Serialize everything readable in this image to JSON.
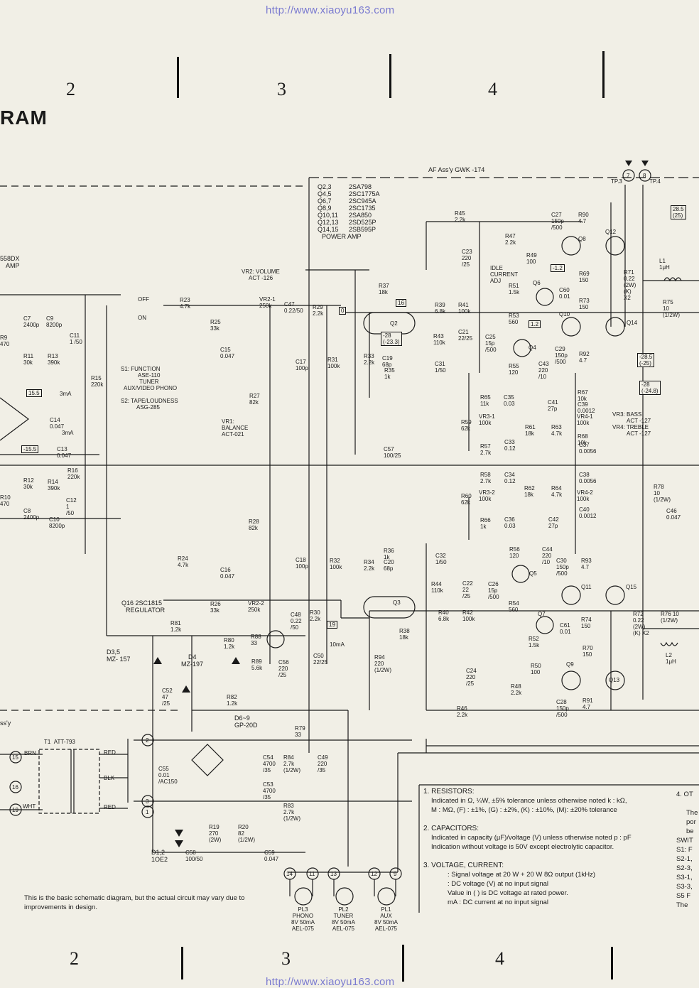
{
  "watermark": {
    "top_url": "http://www.xiaoyu163.com",
    "bottom_url": "http://www.xiaoyu163.com"
  },
  "zones": {
    "top": [
      "2",
      "3",
      "4"
    ],
    "bottom": [
      "2",
      "3",
      "4"
    ]
  },
  "title_fragment": "RAM",
  "left_labels": {
    "ic": "558DX",
    "amp": "AMP",
    "power_assy": "ss'y"
  },
  "af_assy": "AF Ass'y   GWK -174",
  "test_points": {
    "tp3": "TP.3",
    "tp4": "TP.4",
    "n7": "7",
    "n8": "8"
  },
  "transistor_list": [
    {
      "ref": "Q2,3",
      "part": "2SA798"
    },
    {
      "ref": "Q4,5",
      "part": "2SC1775A"
    },
    {
      "ref": "Q6,7",
      "part": "2SC945A"
    },
    {
      "ref": "Q8,9",
      "part": "2SC1735"
    },
    {
      "ref": "Q10,11",
      "part": "2SA850"
    },
    {
      "ref": "Q12,13",
      "part": "2SD525P"
    },
    {
      "ref": "Q14,15",
      "part": "2SB595P"
    }
  ],
  "power_amp_label": "POWER  AMP",
  "controls": {
    "vr2": "VR2: VOLUME",
    "vr2_part": "ACT -126",
    "vr1": "VR1:",
    "vr1_name": "BALANCE",
    "vr1_part": "ACT-021",
    "vr3": "VR3: BASS",
    "vr3_part": "ACT -127",
    "vr4": "VR4: TREBLE",
    "vr4_part": "ACT -127"
  },
  "switches": {
    "s1": "S1: FUNCTION",
    "s1_part": "ASE-110",
    "tuner": "TUNER",
    "aux_phono": "AUX/VIDEO  PHONO",
    "s2": "S2: TAPE/LOUDNESS",
    "s2_part": "ASG-285",
    "off": "OFF",
    "on": "ON"
  },
  "regulator": {
    "q16": "Q16  2SC1815",
    "label": "REGULATOR"
  },
  "diodes": {
    "d35": "D3,5",
    "d35_part": "MZ- 157",
    "d4": "D4",
    "d4_part": "MZ-197",
    "d69": "D6~9",
    "d69_part": "GP-20D",
    "d12": "D1,2",
    "d12_part": "1OE2"
  },
  "transformer": {
    "ref": "T1",
    "part": "ATT-793",
    "brn": "BRN",
    "blk": "BLK",
    "wht": "WHT",
    "red": "RED"
  },
  "connectors": [
    "15",
    "16",
    "19",
    "2",
    "3",
    "1",
    "14",
    "11",
    "13",
    "12",
    "9"
  ],
  "lamps": [
    {
      "ref": "PL3",
      "name": "PHONO",
      "rating": "8V 50mA",
      "part": "AEL-075"
    },
    {
      "ref": "PL2",
      "name": "TUNER",
      "rating": "8V 50mA",
      "part": "AEL-075"
    },
    {
      "ref": "PL1",
      "name": "AUX",
      "rating": "8V 50mA",
      "part": "AEL-075"
    }
  ],
  "disclaimer": "This is the basic schematic diagram, but the actual circuit may vary due to improvements in design.",
  "notes": {
    "resistors_title": "1. RESISTORS:",
    "resistors_l1": "Indicated in Ω, ¼W, ±5% tolerance unless otherwise noted k : kΩ,",
    "resistors_l2": "M : MΩ, (F) : ±1%, (G) : ±2%, (K) : ±10%, (M): ±20% tolerance",
    "capacitors_title": "2. CAPACITORS:",
    "capacitors_l1": "Indicated in capacity (µF)/voltage (V) unless otherwise noted p : pF",
    "capacitors_l2": "Indication without voltage is 50V except electrolytic capacitor.",
    "voltage_title": "3. VOLTAGE, CURRENT:",
    "voltage_l1": ": Signal voltage at    20  W +  20 W 8Ω output (1kHz)",
    "voltage_l2": ": DC voltage (V) at no input signal",
    "voltage_l3": "Value in (     ) is DC voltage at rated power.",
    "voltage_l4": "mA : DC current at no input signal"
  },
  "right_notes": [
    "4. OT",
    "The",
    "por",
    "be",
    "SWIT",
    "S1: F",
    "S2-1,",
    "S2-3,",
    "S3-1,",
    "S3-3,",
    "S5  F",
    "The"
  ],
  "components": [
    {
      "t": "R45\n2.2k"
    },
    {
      "t": "R47\n2.2k"
    },
    {
      "t": "R49\n100"
    },
    {
      "t": "C27\n150p\n/500"
    },
    {
      "t": "R90\n4.7"
    },
    {
      "t": "Q8"
    },
    {
      "t": "Q12"
    },
    {
      "t": "L1\n1μH"
    },
    {
      "t": "R71\n0.22\n(2W)\n(K)\nX2"
    },
    {
      "t": "R75\n10\n(1/2W)"
    },
    {
      "t": "R69\n150"
    },
    {
      "t": "R73\n150"
    },
    {
      "t": "Q14"
    },
    {
      "t": "Q10"
    },
    {
      "t": "R51\n1.5k"
    },
    {
      "t": "Q6"
    },
    {
      "t": "C60\n0.01"
    },
    {
      "t": "R53\n560"
    },
    {
      "t": "C29\n150p\n/500"
    },
    {
      "t": "R92\n4.7"
    },
    {
      "t": "C23\n220\n/25"
    },
    {
      "t": "IDLE\nCURRENT\nADJ"
    },
    {
      "t": "R37\n18k"
    },
    {
      "t": "R39\n6.8k"
    },
    {
      "t": "R41\n100k"
    },
    {
      "t": "Q2"
    },
    {
      "t": "R43\n110k"
    },
    {
      "t": "C21\n22/25"
    },
    {
      "t": "C25\n15p\n/500"
    },
    {
      "t": "Q4"
    },
    {
      "t": "R55\n120"
    },
    {
      "t": "C43\n220\n/10"
    },
    {
      "t": "R33\n2.2k"
    },
    {
      "t": "C19\n68p"
    },
    {
      "t": "R35\n1k"
    },
    {
      "t": "C31\n1/50"
    },
    {
      "t": "R65\n11k"
    },
    {
      "t": "C35\n0.03"
    },
    {
      "t": "C41\n27p"
    },
    {
      "t": "R67\n10k"
    },
    {
      "t": "C39\n0.0012"
    },
    {
      "t": "VR3-1\n100k"
    },
    {
      "t": "R61\n18k"
    },
    {
      "t": "R63\n4.7k"
    },
    {
      "t": "VR4-1\n100k"
    },
    {
      "t": "R59\n62k"
    },
    {
      "t": "R57\n2.7k"
    },
    {
      "t": "C33\n0.12"
    },
    {
      "t": "R68\n10k"
    },
    {
      "t": "C37\n0.0056"
    },
    {
      "t": "C57\n100/25"
    },
    {
      "t": "R58\n2.7k"
    },
    {
      "t": "C34\n0.12"
    },
    {
      "t": "C38\n0.0056"
    },
    {
      "t": "R60\n62k"
    },
    {
      "t": "VR3-2\n100k"
    },
    {
      "t": "R62\n18k"
    },
    {
      "t": "R64\n4.7k"
    },
    {
      "t": "VR4-2\n100k"
    },
    {
      "t": "R66\n1k"
    },
    {
      "t": "C36\n0.03"
    },
    {
      "t": "C42\n27p"
    },
    {
      "t": "C40\n0.0012"
    },
    {
      "t": "R78\n10\n(1/2W)"
    },
    {
      "t": "C46\n0.047"
    },
    {
      "t": "R36\n1k"
    },
    {
      "t": "C20\n68p"
    },
    {
      "t": "R34\n2.2k"
    },
    {
      "t": "C32\n1/50"
    },
    {
      "t": "R56\n120"
    },
    {
      "t": "C44\n220\n/10"
    },
    {
      "t": "C30\n150p\n/500"
    },
    {
      "t": "R93\n4.7"
    },
    {
      "t": "Q5"
    },
    {
      "t": "Q11"
    },
    {
      "t": "Q15"
    },
    {
      "t": "R44\n110k"
    },
    {
      "t": "C22\n22\n/25"
    },
    {
      "t": "C26\n15p\n/500"
    },
    {
      "t": "R54\n560"
    },
    {
      "t": "Q3"
    },
    {
      "t": "R40\n6.8k"
    },
    {
      "t": "R42\n100k"
    },
    {
      "t": "R72\n0.22\n(2W)\n(K) X2"
    },
    {
      "t": "R76 10\n(1/2W)"
    },
    {
      "t": "R74\n150"
    },
    {
      "t": "Q7"
    },
    {
      "t": "C61\n0.01"
    },
    {
      "t": "R38\n18k"
    },
    {
      "t": "R52\n1.5k"
    },
    {
      "t": "R70\n150"
    },
    {
      "t": "L2\n1μH"
    },
    {
      "t": "R94\n220\n(1/2W)"
    },
    {
      "t": "Q9"
    },
    {
      "t": "R50\n100"
    },
    {
      "t": "Q13"
    },
    {
      "t": "C24\n220\n/25"
    },
    {
      "t": "R48\n2.2k"
    },
    {
      "t": "C28\n150p\n/500"
    },
    {
      "t": "R91\n4.7"
    },
    {
      "t": "R46\n2.2k"
    },
    {
      "t": "R23\n4.7k"
    },
    {
      "t": "VR2-1\n250k"
    },
    {
      "t": "C47\n0.22/50"
    },
    {
      "t": "R29\n2.2k"
    },
    {
      "t": "R25\n33k"
    },
    {
      "t": "C15\n0.047"
    },
    {
      "t": "C17\n100p"
    },
    {
      "t": "R31\n100k"
    },
    {
      "t": "R27\n82k"
    },
    {
      "t": "R28\n82k"
    },
    {
      "t": "C16\n0.047"
    },
    {
      "t": "C18\n100p"
    },
    {
      "t": "R32\n100k"
    },
    {
      "t": "R26\n33k"
    },
    {
      "t": "VR2-2\n250k"
    },
    {
      "t": "C48\n0.22\n/50"
    },
    {
      "t": "R30\n2.2k"
    },
    {
      "t": "R24\n4.7k"
    },
    {
      "t": "C7\n2400p"
    },
    {
      "t": "C9\n8200p"
    },
    {
      "t": "R9\n470"
    },
    {
      "t": "R11\n30k"
    },
    {
      "t": "R13\n390k"
    },
    {
      "t": "C11\n1 /50"
    },
    {
      "t": "R15\n220k"
    },
    {
      "t": "C14\n0.047"
    },
    {
      "t": "C13\n0.047"
    },
    {
      "t": "R16\n220k"
    },
    {
      "t": "R12\n30k"
    },
    {
      "t": "R14\n390k"
    },
    {
      "t": "R10\n470"
    },
    {
      "t": "C12\n1\n/50"
    },
    {
      "t": "C8\n2400p"
    },
    {
      "t": "C10\n8200p"
    },
    {
      "t": "R81\n1.2k"
    },
    {
      "t": "R80\n1.2k"
    },
    {
      "t": "R88\n33"
    },
    {
      "t": "R89\n5.6k"
    },
    {
      "t": "C56\n220\n/25"
    },
    {
      "t": "C50\n22/25"
    },
    {
      "t": "C52\n47\n/25"
    },
    {
      "t": "R82\n1.2k"
    },
    {
      "t": "C55\n0.01\n/AC150"
    },
    {
      "t": "R79\n33"
    },
    {
      "t": "C54\n4700\n/35"
    },
    {
      "t": "R84\n2.7k\n(1/2W)"
    },
    {
      "t": "C49\n220\n/35"
    },
    {
      "t": "C53\n4700\n/35"
    },
    {
      "t": "R83\n2.7k\n(1/2W)"
    },
    {
      "t": "R19\n270\n(2W)"
    },
    {
      "t": "R20\n82\n(1/2W)"
    },
    {
      "t": "C58\n100/50"
    },
    {
      "t": "C59\n0.047"
    }
  ],
  "voltages": [
    "28.5\n(25)",
    "-28.5\n(-25)",
    "-28\n(-24.8)",
    "-1.2",
    "1.2",
    "-28\n(-23.3)",
    "16",
    "15.5",
    "-15.5",
    "3mA",
    "3mA",
    "10mA",
    "0",
    "19"
  ]
}
